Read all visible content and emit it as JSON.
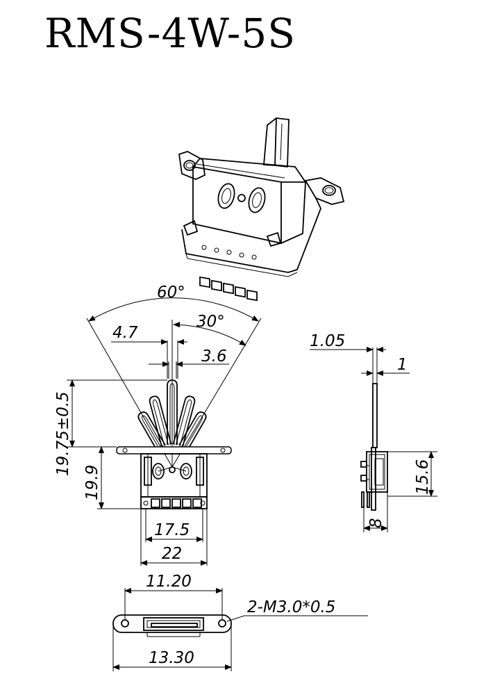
{
  "title": "RMS-4W-5S",
  "dimensions": {
    "angle_total": "60°",
    "angle_half": "30°",
    "width_4_7": "4.7",
    "width_3_6": "3.6",
    "height_lever": "19.75±0.5",
    "height_body": "19.9",
    "width_17_5": "17.5",
    "width_22": "22",
    "side_1_05": "1.05",
    "side_1": "1",
    "side_15_6": "15.6",
    "side_8": "8",
    "bottom_11_20": "11.20",
    "bottom_13_30": "13.30",
    "screw_note": "2-M3.0*0.5"
  }
}
